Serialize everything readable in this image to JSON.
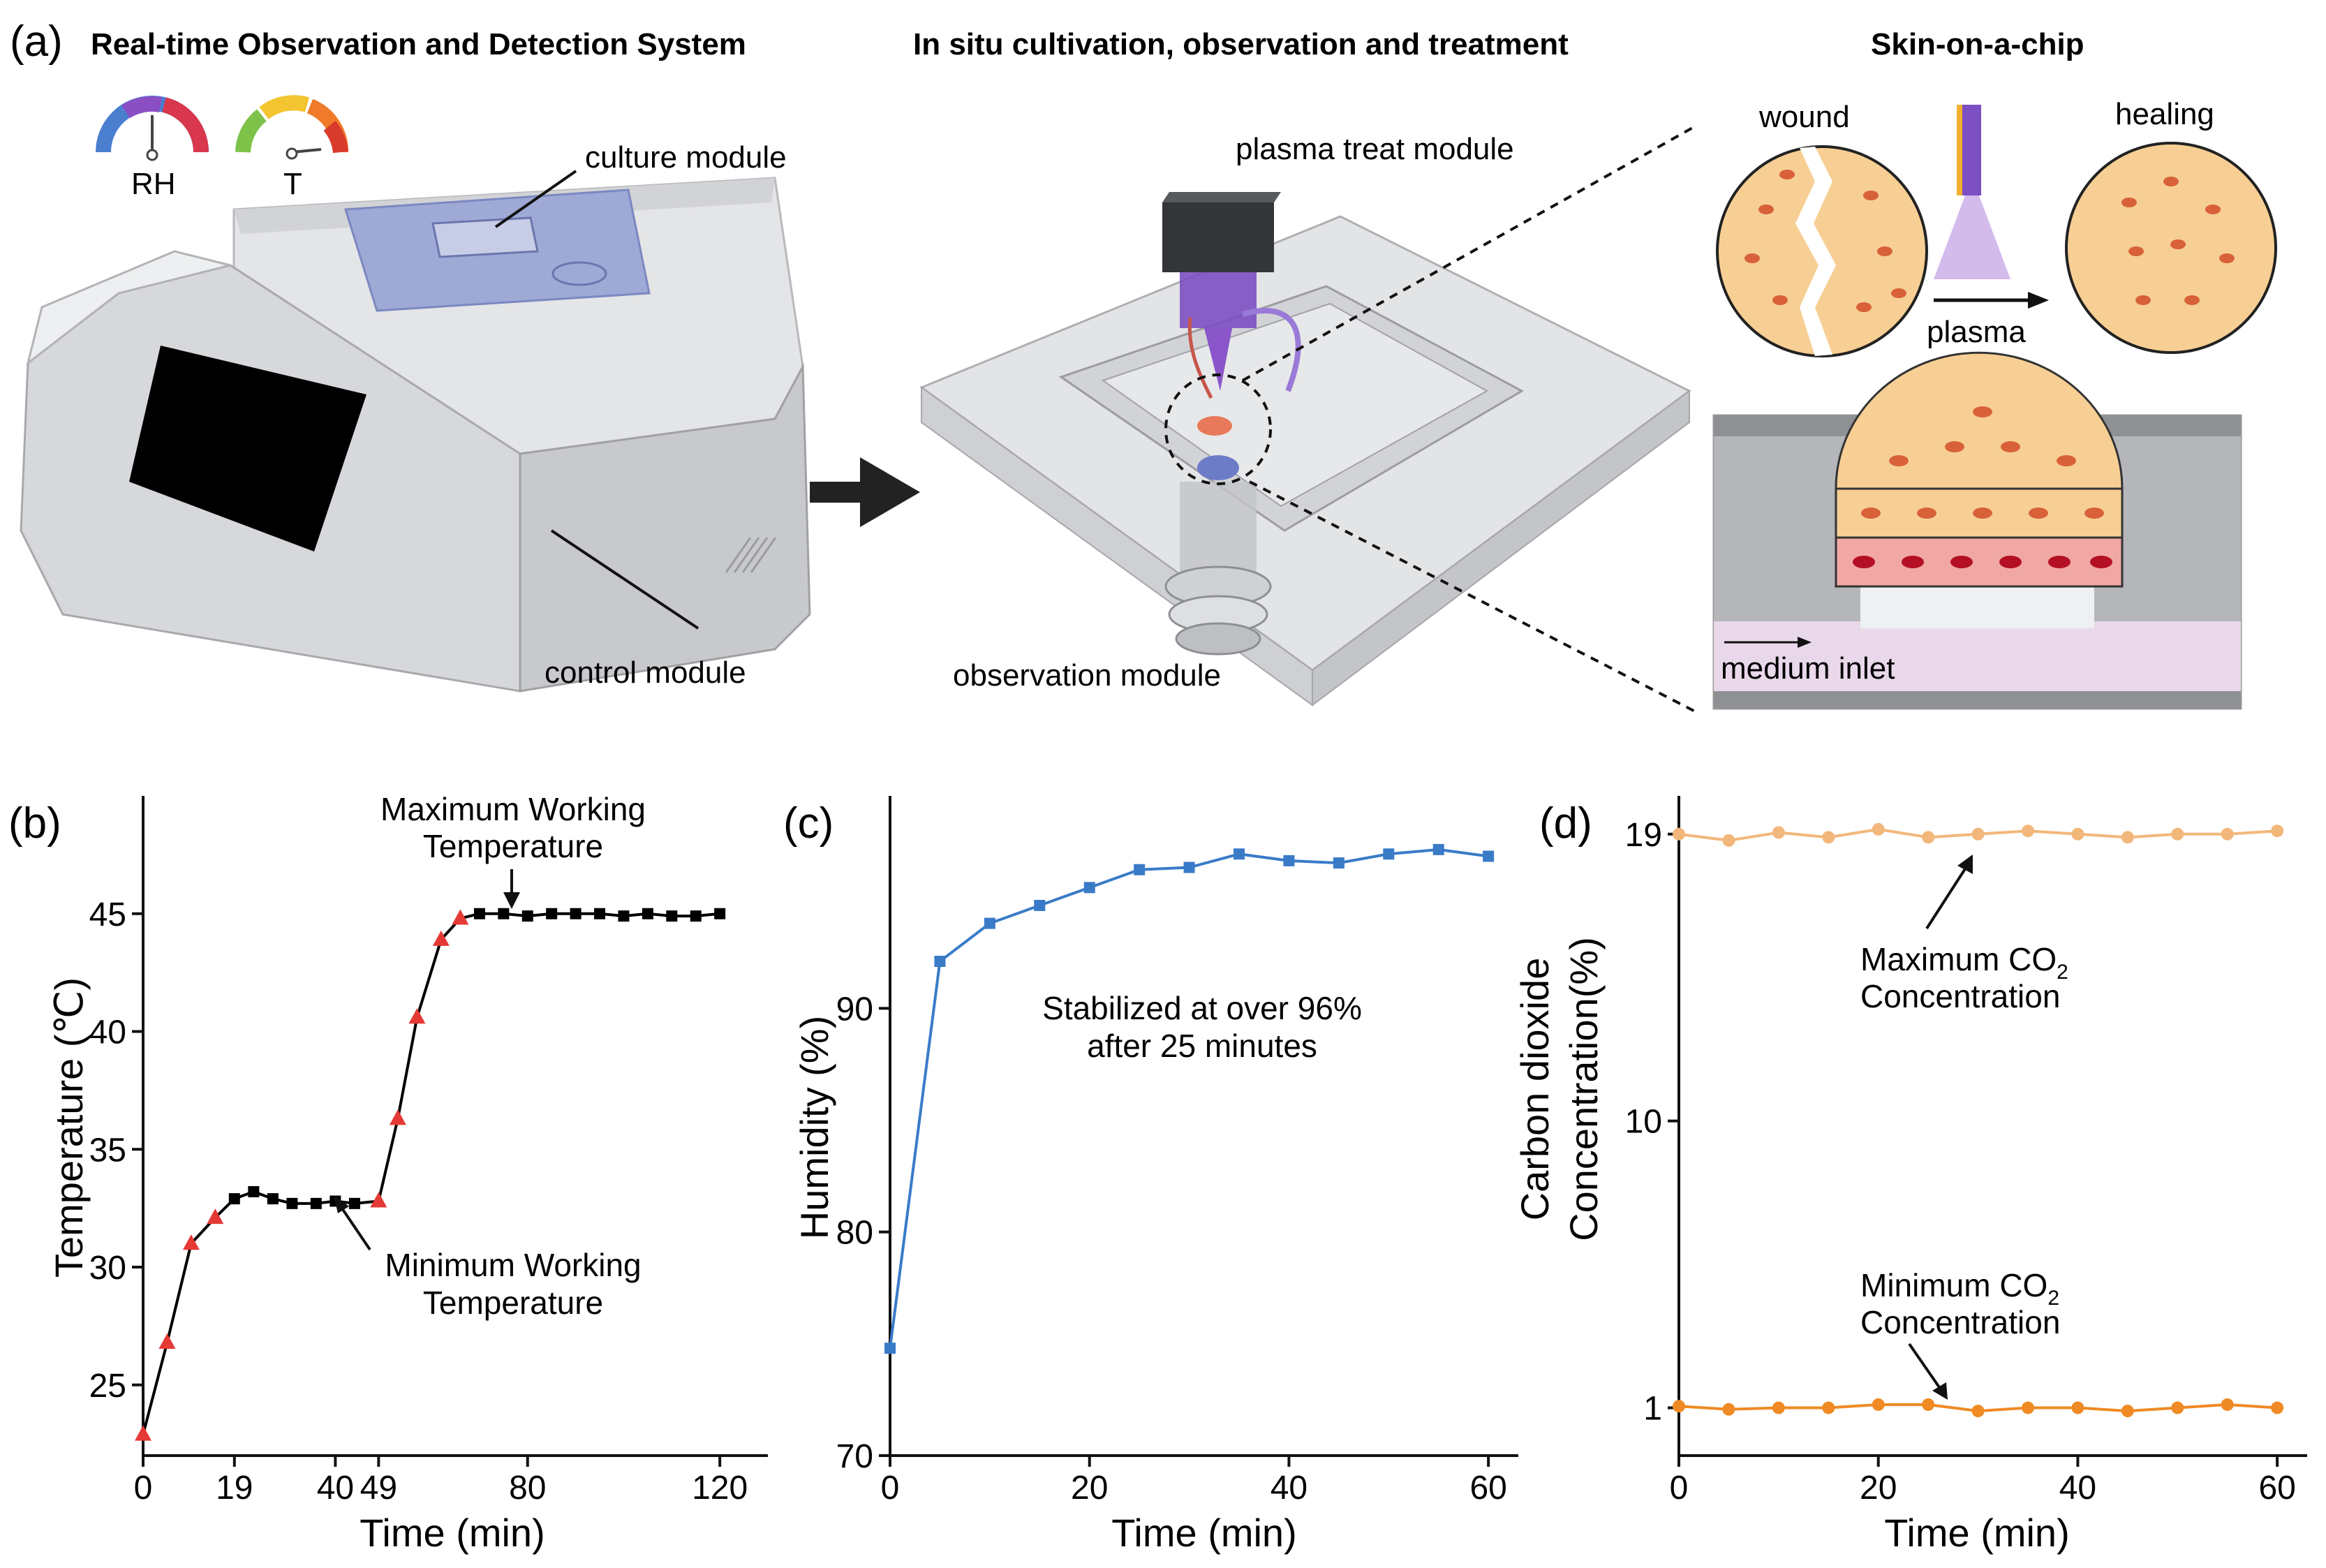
{
  "colors": {
    "device_grey": "#cfd0d3",
    "device_dark": "#9a9ca0",
    "screen": "#000000",
    "culture_blue": "#8fa0d8",
    "glass": "#d8dadd",
    "plasma_purple": "#8a55c9",
    "cell_fill": "#f7cf94",
    "nucleus": "#d8613a",
    "pink_layer": "#f1a8a4",
    "red_nucleus": "#b40f24",
    "medium": "#e9d8ea",
    "temp_series": "#000000",
    "temp_markers_rise": "#e53935",
    "humidity_series": "#3a7bc8",
    "co2_max_series": "#f2b77a",
    "co2_min_series": "#ef8a24"
  },
  "panel_a": {
    "label": "(a)",
    "title_1": "Real-time Observation and Detection System",
    "title_2": "In situ cultivation, observation and treatment",
    "title_3": "Skin-on-a-chip",
    "gauge_rh_label": "RH",
    "gauge_t_label": "T",
    "gauge_rh_icon": "humidity-gauge-icon",
    "gauge_t_icon": "thermometer-gauge-icon",
    "culture_module": "culture module",
    "control_module": "control module",
    "plasma_module": "plasma treat module",
    "observation_module": "observation module",
    "wound": "wound",
    "healing": "healing",
    "plasma": "plasma",
    "medium_inlet": "medium inlet"
  },
  "chart_data": [
    {
      "panel": "(b)",
      "type": "line",
      "xlabel": "Time (min)",
      "ylabel": "Temperature (℃)",
      "xlim": [
        0,
        130
      ],
      "ylim": [
        22,
        50
      ],
      "xticks": [
        "0",
        "19",
        "40",
        "49",
        "80",
        "120"
      ],
      "xtick_values": [
        0,
        19,
        40,
        49,
        80,
        120
      ],
      "yticks": [
        25,
        30,
        35,
        40,
        45
      ],
      "series": [
        {
          "x": [
            0,
            5,
            10,
            15,
            19,
            23,
            27,
            31,
            36,
            40,
            44,
            49,
            53,
            57,
            62,
            66,
            70,
            75,
            80,
            85,
            90,
            95,
            100,
            105,
            110,
            115,
            120
          ],
          "y": [
            22.9,
            26.8,
            31.0,
            32.1,
            32.9,
            33.2,
            32.9,
            32.7,
            32.7,
            32.8,
            32.7,
            32.8,
            36.3,
            40.6,
            43.9,
            44.8,
            45.0,
            45.0,
            44.9,
            45.0,
            45.0,
            45.0,
            44.9,
            45.0,
            44.9,
            44.9,
            45.0
          ]
        }
      ],
      "rising_marker_indices": [
        0,
        1,
        2,
        3,
        11,
        12,
        13,
        14,
        15
      ],
      "annotations": [
        {
          "text": [
            "Maximum Working",
            "Temperature"
          ],
          "x": 75,
          "y": 45.0
        },
        {
          "text": [
            "Minimum Working",
            "Temperature"
          ],
          "x": 40,
          "y": 32.7
        }
      ]
    },
    {
      "panel": "(c)",
      "type": "line",
      "xlabel": "Time (min)",
      "ylabel": "Humidity (%)",
      "xlim": [
        0,
        63
      ],
      "ylim": [
        70,
        99.5
      ],
      "xticks": [
        0,
        20,
        40,
        60
      ],
      "yticks": [
        70,
        80,
        90
      ],
      "series": [
        {
          "x": [
            0,
            5,
            10,
            15,
            20,
            25,
            30,
            35,
            40,
            45,
            50,
            55,
            60
          ],
          "y": [
            74.8,
            92.1,
            93.8,
            94.6,
            95.4,
            96.2,
            96.3,
            96.9,
            96.6,
            96.5,
            96.9,
            97.1,
            96.8
          ]
        }
      ],
      "annotations": [
        {
          "text": [
            "Stabilized at over 96%",
            "after 25 minutes"
          ]
        }
      ]
    },
    {
      "panel": "(d)",
      "type": "line",
      "xlabel": "Time (min)",
      "ylabel": [
        "Carbon dioxide",
        "Concentration(%)"
      ],
      "xlim": [
        0,
        63
      ],
      "ylim": [
        -0.5,
        20.2
      ],
      "xticks": [
        0,
        20,
        40,
        60
      ],
      "yticks": [
        1,
        10,
        19
      ],
      "series": [
        {
          "x": [
            0,
            5,
            10,
            15,
            20,
            25,
            30,
            35,
            40,
            45,
            50,
            55,
            60
          ],
          "y": [
            19.0,
            18.8,
            19.05,
            18.9,
            19.15,
            18.9,
            19.0,
            19.1,
            19.0,
            18.9,
            19.0,
            19.0,
            19.1
          ]
        },
        {
          "x": [
            0,
            5,
            10,
            15,
            20,
            25,
            30,
            35,
            40,
            45,
            50,
            55,
            60
          ],
          "y": [
            1.05,
            0.95,
            1.0,
            1.0,
            1.1,
            1.1,
            0.9,
            1.0,
            1.0,
            0.9,
            1.0,
            1.1,
            1.0
          ]
        }
      ],
      "annotations": [
        {
          "text": [
            "Maximum CO",
            "Concentration"
          ],
          "subscript": "2"
        },
        {
          "text": [
            "Minimum CO",
            "Concentration"
          ],
          "subscript": "2"
        }
      ]
    }
  ]
}
